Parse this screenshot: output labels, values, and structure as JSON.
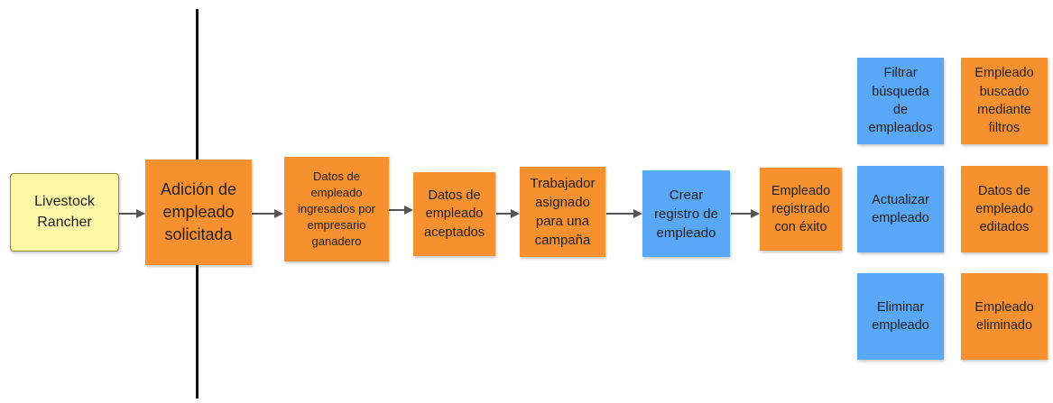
{
  "colors": {
    "event": "#f79130",
    "command": "#59a8f7",
    "actor": "#fdf8a7",
    "arrow": "#555555",
    "divider": "#111111"
  },
  "notes": {
    "actor": "Livestock\nRancher",
    "requested": "Adición de\nempleado\nsolicitada",
    "data_entered": "Datos de\nempleado\ningresados por\nempresario\nganadero",
    "data_accepted": "Datos de\nempleado\naceptados",
    "worker_assigned": "Trabajador\nasignado\npara una\ncampaña",
    "create_record": "Crear\nregistro de\nempleado",
    "registered": "Empleado\nregistrado\ncon éxito",
    "filter_search": "Filtrar\nbúsqueda\nde\nempleados",
    "searched": "Empleado\nbuscado\nmediante\nfiltros",
    "update": "Actualizar\nempleado",
    "edited": "Datos de\nempleado\neditados",
    "delete": "Eliminar\nempleado",
    "deleted": "Empleado\neliminado"
  }
}
